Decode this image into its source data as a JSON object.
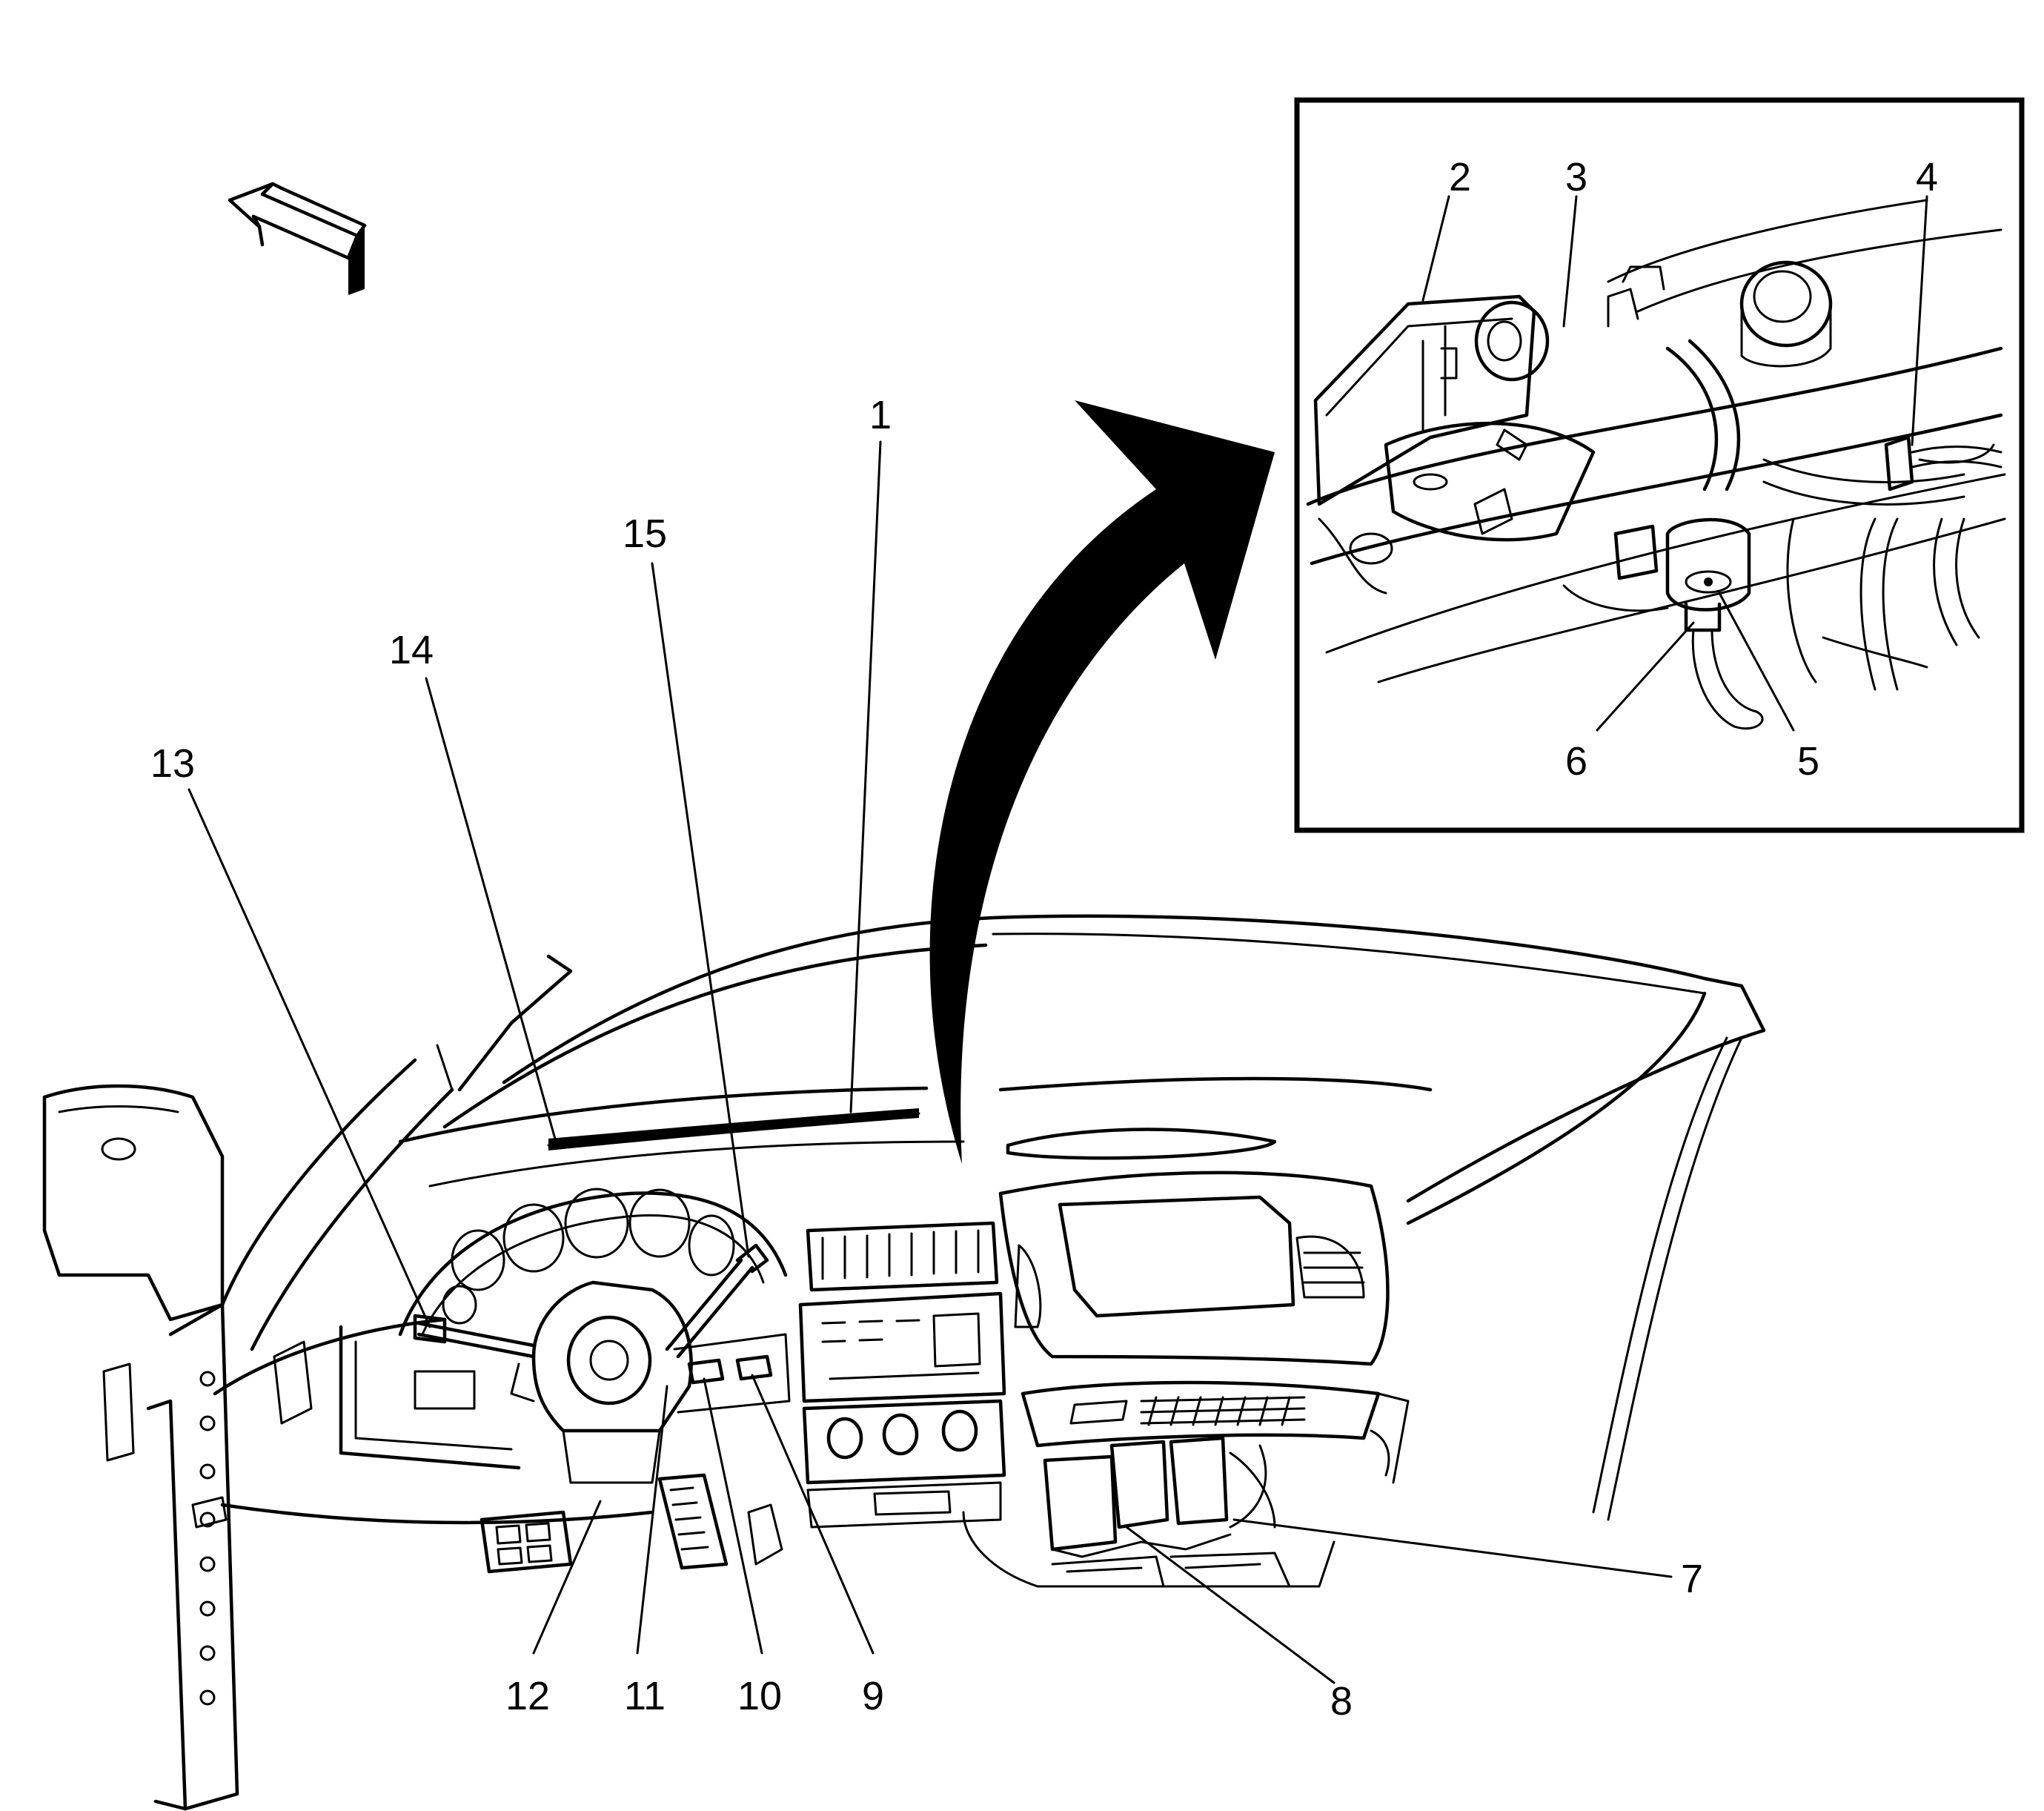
{
  "callouts": {
    "c1": "1",
    "c2": "2",
    "c3": "3",
    "c4": "4",
    "c5": "5",
    "c6": "6",
    "c7": "7",
    "c8": "8",
    "c9": "9",
    "c10": "10",
    "c11": "11",
    "c12": "12",
    "c13": "13",
    "c14": "14",
    "c15": "15"
  },
  "colors": {
    "ink": "#000000",
    "paper": "#ffffff"
  }
}
